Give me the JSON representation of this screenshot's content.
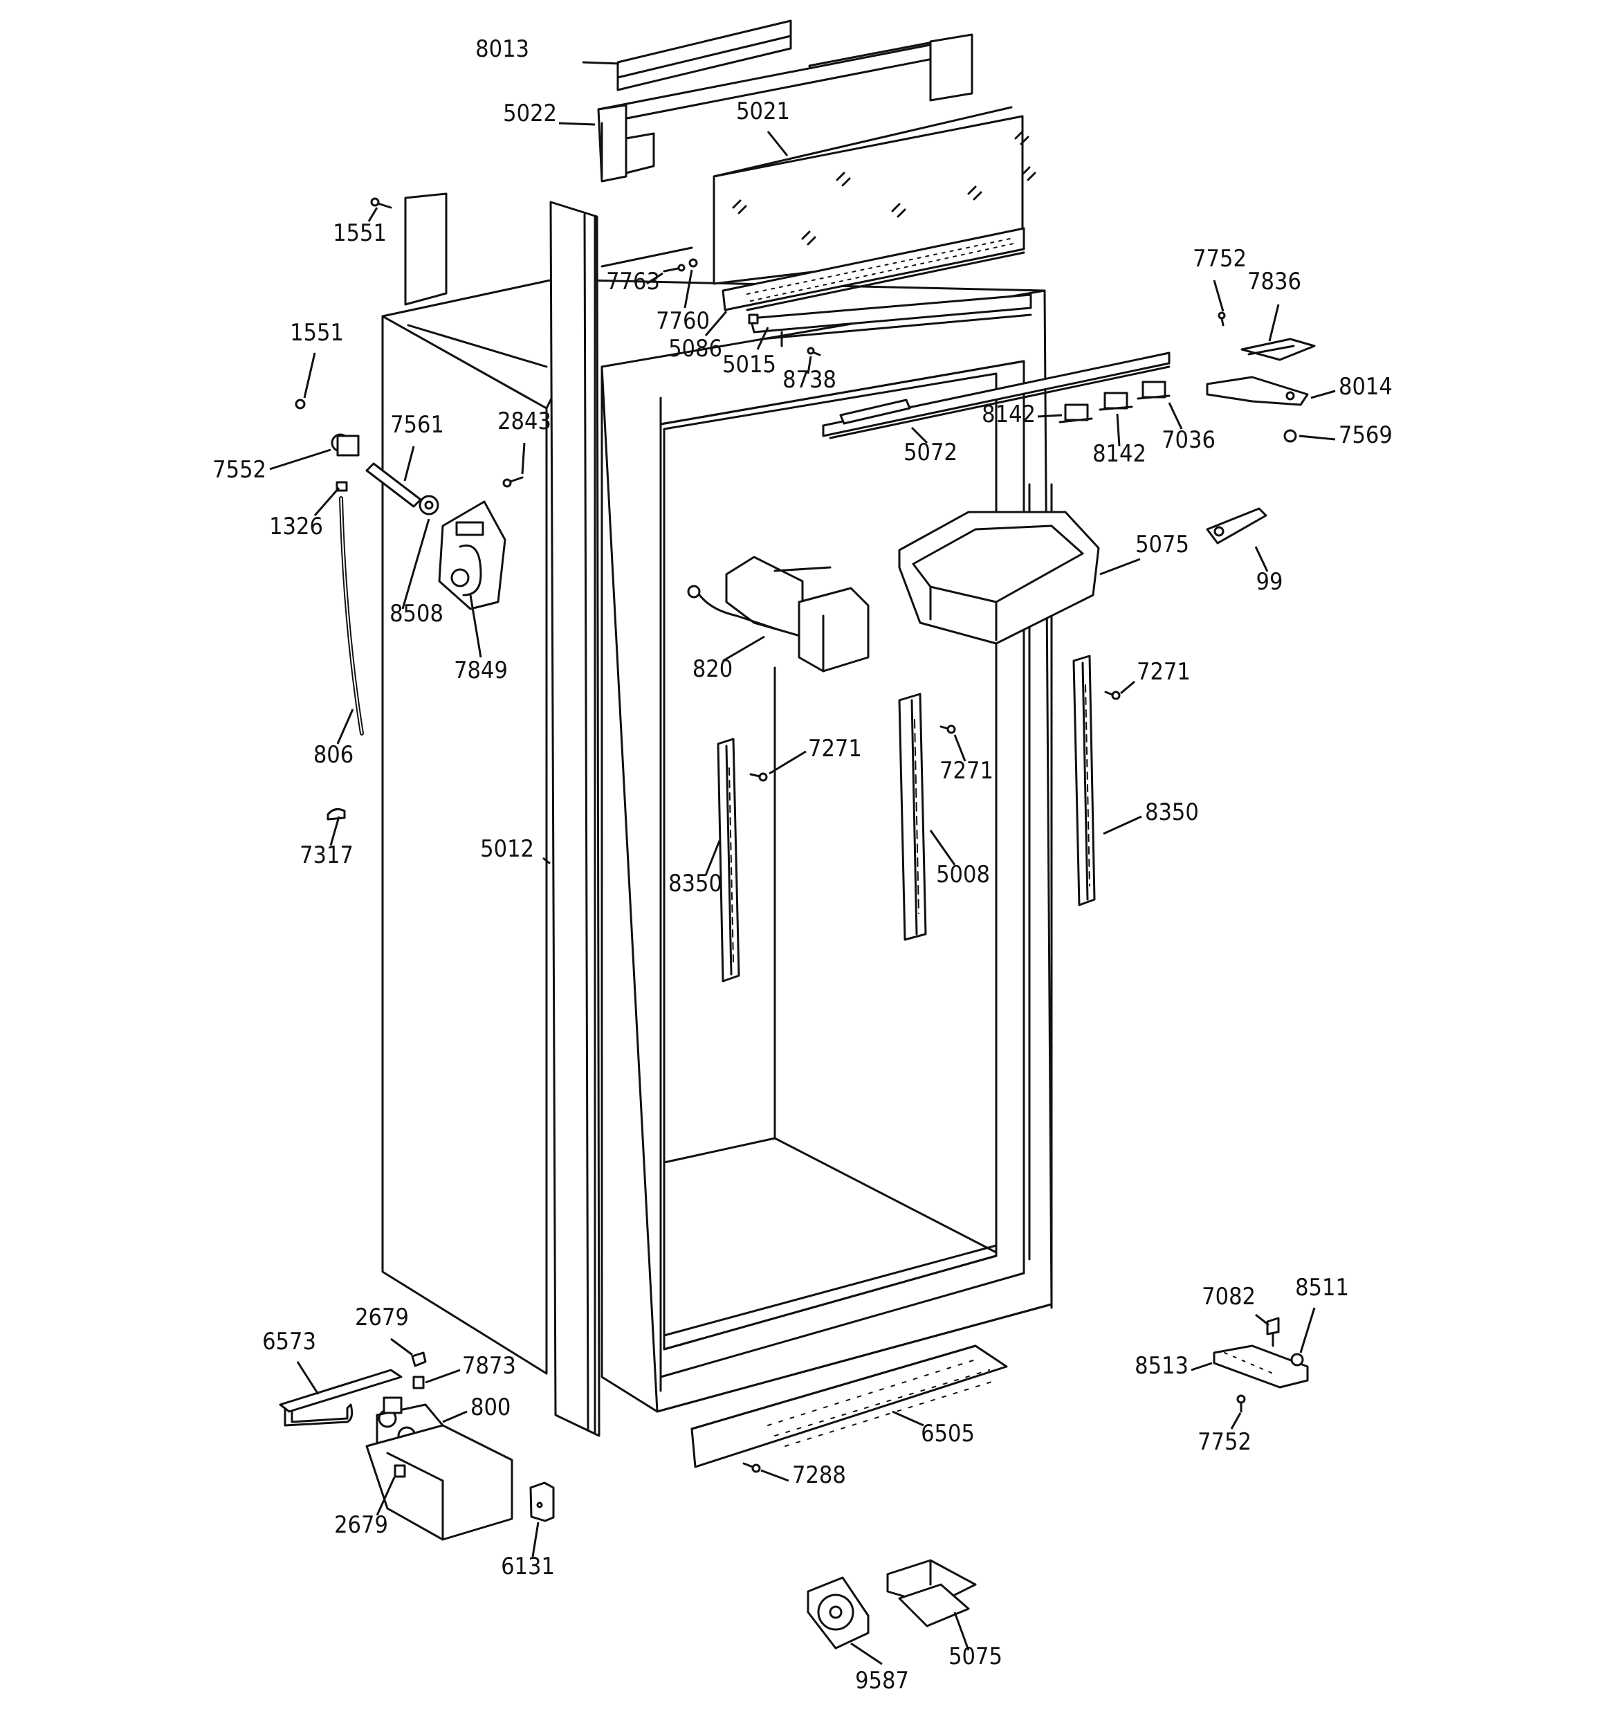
{
  "diagram": {
    "part_labels": [
      "8013",
      "5022",
      "5021",
      "1551",
      "7763",
      "7760",
      "5086",
      "5015",
      "8738",
      "7752",
      "7836",
      "8014",
      "7569",
      "1551",
      "7561",
      "2843",
      "7552",
      "1326",
      "8142",
      "8142",
      "7036",
      "5072",
      "5075",
      "99",
      "820",
      "8508",
      "7849",
      "7271",
      "7271",
      "7271",
      "806",
      "8350",
      "5008",
      "8350",
      "7317",
      "5012",
      "7082",
      "8511",
      "8513",
      "7752",
      "2679",
      "7873",
      "6573",
      "800",
      "6505",
      "7288",
      "2679",
      "6131",
      "9587",
      "5075"
    ],
    "colors": {
      "line": "#111111",
      "paper": "#ffffff"
    }
  }
}
